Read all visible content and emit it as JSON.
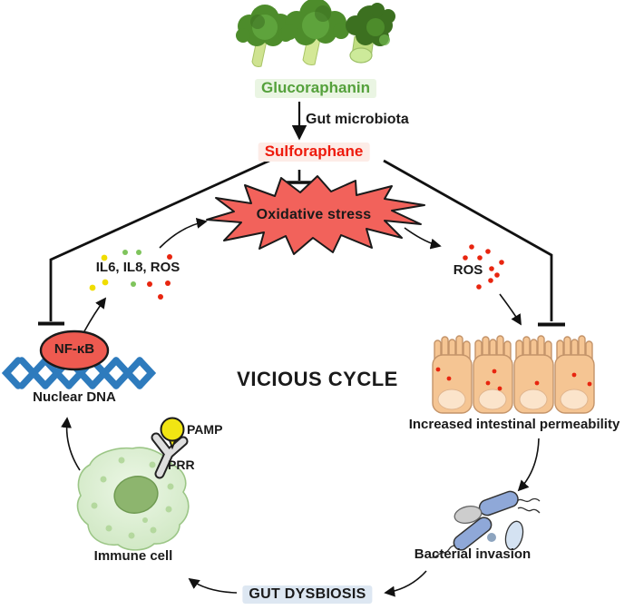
{
  "labels": {
    "glucoraphanin": "Glucoraphanin",
    "gut_microbiota": "Gut microbiota",
    "sulforaphane": "Sulforaphane",
    "oxidative_stress": "Oxidative stress",
    "cytokines": "IL6, IL8, ROS",
    "ros": "ROS",
    "nfkb": "NF-κB",
    "nuclear_dna": "Nuclear DNA",
    "vicious_cycle": "VICIOUS CYCLE",
    "permeability": "Increased intestinal permeability",
    "pamp": "PAMP",
    "prr": "PRR",
    "immune_cell": "Immune cell",
    "bacterial_invasion": "Bacterial invasion",
    "gut_dysbiosis": "GUT DYSBIOSIS"
  },
  "colors": {
    "glucoraphanin_text": "#55a13c",
    "glucoraphanin_bg": "#eaf5e3",
    "sulforaphane_text": "#ee1b0d",
    "sulforaphane_bg": "#fdece7",
    "starburst": "#f2625b",
    "nfkb_oval": "#ee5a50",
    "dna_blue": "#2e7bbd",
    "intestine_cell": "#f5c593",
    "intestine_nucleus": "#fbe4cb",
    "intestine_stroke": "#c4946a",
    "immune_cell": "#daeed0",
    "immune_nucleus": "#8db56e",
    "immune_dots": "#b4d89e",
    "bacteria_blue": "#8fa8d8",
    "bacteria_light": "#d4e2f2",
    "bacteria_gray": "#cdcdcd",
    "pamp_yellow": "#f1e513",
    "receptor_gray": "#dedede",
    "dysbiosis_bg": "#dde7f2",
    "dot_red": "#e8250f",
    "dot_yellow": "#f0dd00",
    "dot_green": "#7fc45c",
    "broccoli_dark": "#3c7020",
    "broccoli_mid": "#4d8c2b",
    "broccoli_light": "#5ea33c",
    "broccoli_stem": "#cfe391",
    "line_black": "#111111"
  }
}
